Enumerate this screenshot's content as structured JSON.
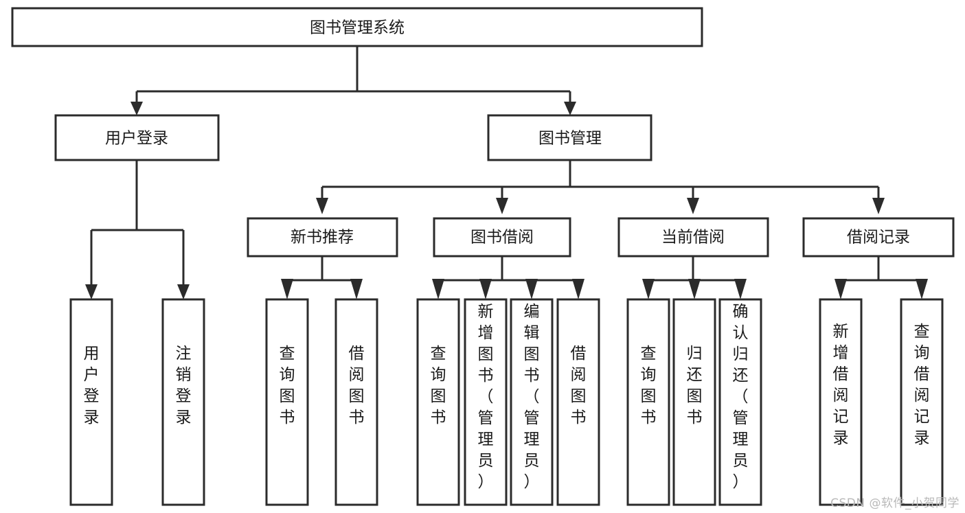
{
  "diagram": {
    "title": "图书管理系统",
    "type": "tree-hierarchy",
    "root": {
      "id": "root",
      "label": "图书管理系统",
      "orientation": "horizontal"
    },
    "level2": [
      {
        "id": "user-login",
        "label": "用户登录",
        "orientation": "horizontal"
      },
      {
        "id": "book-manage",
        "label": "图书管理",
        "orientation": "horizontal"
      }
    ],
    "level3": [
      {
        "id": "new-book-rec",
        "label": "新书推荐",
        "orientation": "horizontal",
        "parent": "book-manage"
      },
      {
        "id": "book-borrow",
        "label": "图书借阅",
        "orientation": "horizontal",
        "parent": "book-manage"
      },
      {
        "id": "current-borrow",
        "label": "当前借阅",
        "orientation": "horizontal",
        "parent": "book-manage"
      },
      {
        "id": "borrow-record",
        "label": "借阅记录",
        "orientation": "horizontal",
        "parent": "book-manage"
      }
    ],
    "leaves": {
      "user-login": [
        {
          "id": "leaf-user-login",
          "label": "用户登录",
          "orientation": "vertical"
        },
        {
          "id": "leaf-user-logout",
          "label": "注销登录",
          "orientation": "vertical"
        }
      ],
      "new-book-rec": [
        {
          "id": "leaf-query-book-1",
          "label": "查询图书",
          "orientation": "vertical"
        },
        {
          "id": "leaf-borrow-book-1",
          "label": "借阅图书",
          "orientation": "vertical"
        }
      ],
      "book-borrow": [
        {
          "id": "leaf-query-book-2",
          "label": "查询图书",
          "orientation": "vertical"
        },
        {
          "id": "leaf-add-book",
          "label": "新增图书（管理员）",
          "orientation": "vertical"
        },
        {
          "id": "leaf-edit-book",
          "label": "编辑图书（管理员）",
          "orientation": "vertical"
        },
        {
          "id": "leaf-borrow-book-2",
          "label": "借阅图书",
          "orientation": "vertical"
        }
      ],
      "current-borrow": [
        {
          "id": "leaf-query-book-3",
          "label": "查询图书",
          "orientation": "vertical"
        },
        {
          "id": "leaf-return-book",
          "label": "归还图书",
          "orientation": "vertical"
        },
        {
          "id": "leaf-confirm-return",
          "label": "确认归还（管理员）",
          "orientation": "vertical"
        }
      ],
      "borrow-record": [
        {
          "id": "leaf-add-record",
          "label": "新增借阅记录",
          "orientation": "vertical"
        },
        {
          "id": "leaf-query-record",
          "label": "查询借阅记录",
          "orientation": "vertical"
        }
      ]
    },
    "colors": {
      "box_stroke": "#2b2b2b",
      "box_fill": "#ffffff",
      "text": "#1a1a1a",
      "connector": "#2b2b2b",
      "background": "#ffffff",
      "watermark": "#b9b9b9"
    }
  },
  "watermark": {
    "text": "CSDN @软件_小贺同学"
  }
}
